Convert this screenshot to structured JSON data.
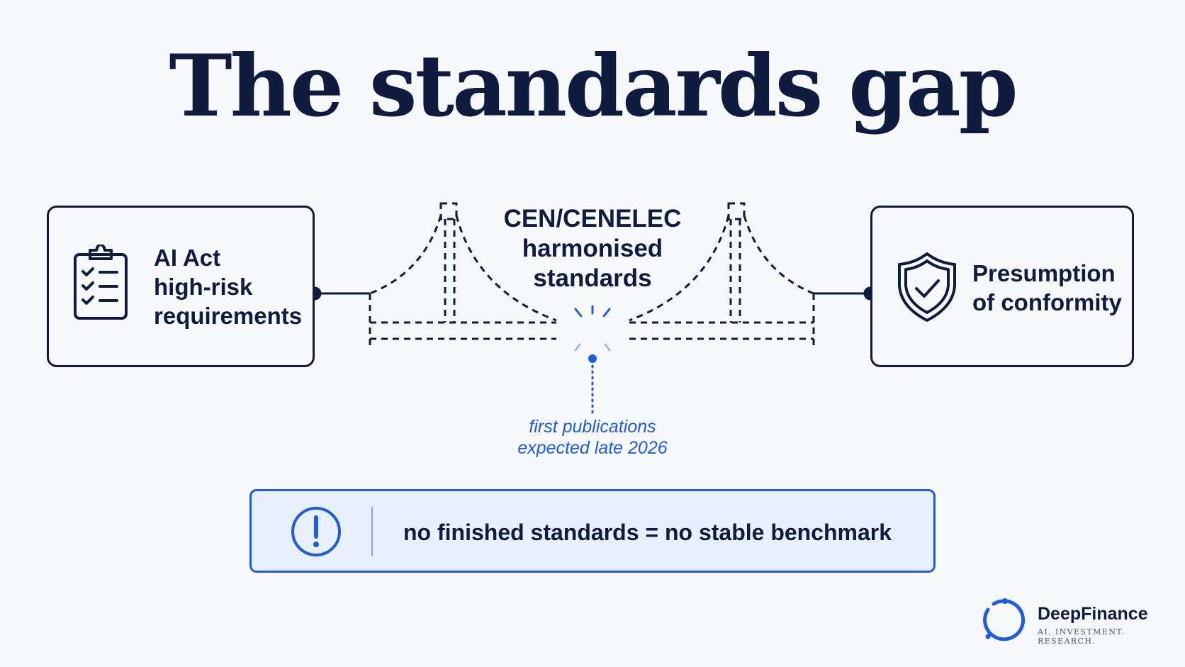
{
  "title": "The standards gap",
  "left_box": {
    "icon": "clipboard-checklist-icon",
    "lines": [
      "AI Act",
      "high-risk",
      "requirements"
    ]
  },
  "right_box": {
    "icon": "shield-check-icon",
    "lines": [
      "Presumption",
      "of conformity"
    ]
  },
  "bridge": {
    "lines": [
      "CEN/CENELEC",
      "harmonised",
      "standards"
    ]
  },
  "note": {
    "lines": [
      "first publications",
      "expected late 2026"
    ]
  },
  "banner": {
    "icon": "exclamation-circle-icon",
    "text": "no finished standards = no stable benchmark"
  },
  "brand": {
    "name": "DeepFinance",
    "tagline": "AI. INVESTMENT. RESEARCH."
  },
  "colors": {
    "navy": "#0f1c3f",
    "accent": "#1f5be0",
    "banner_bg": "#e8effd"
  }
}
